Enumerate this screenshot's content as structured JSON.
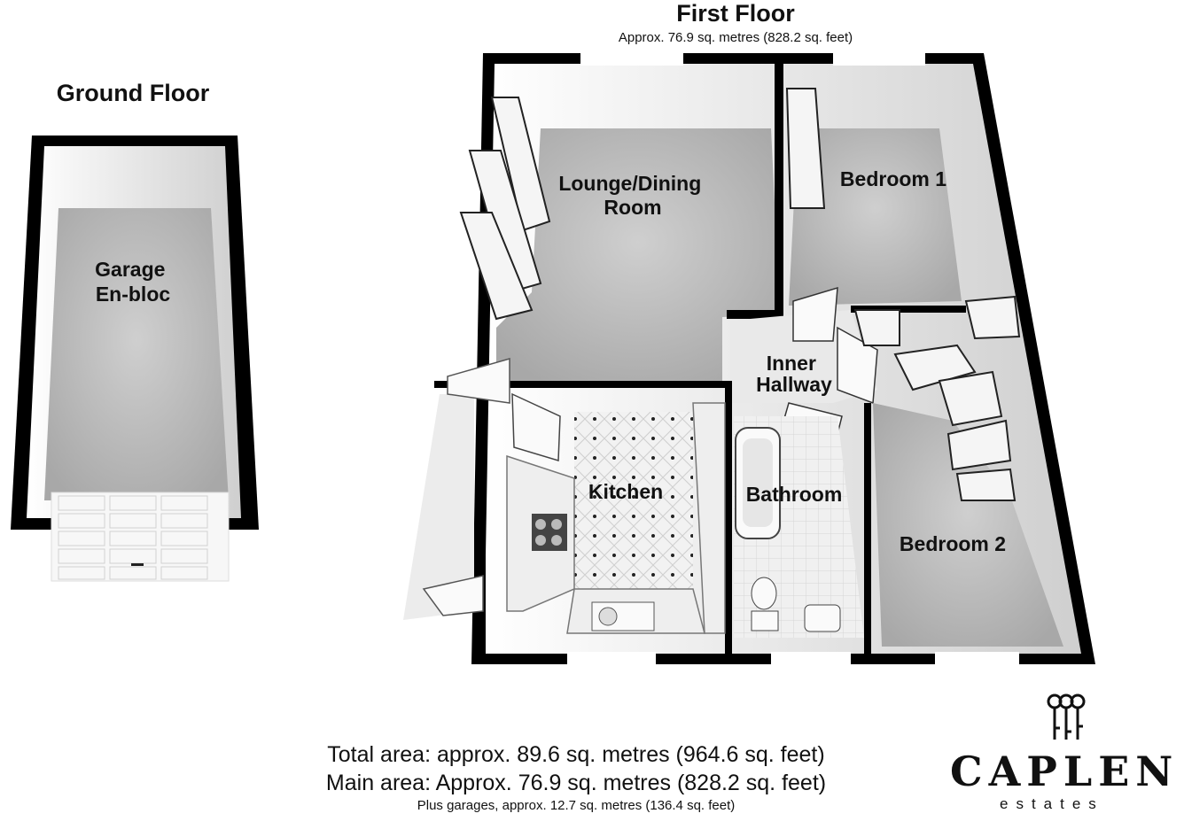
{
  "ground_floor": {
    "title": "Ground Floor",
    "rooms": {
      "garage": [
        "Garage",
        "En-bloc"
      ]
    }
  },
  "first_floor": {
    "title": "First Floor",
    "area": "Approx. 76.9 sq. metres (828.2 sq. feet)",
    "rooms": {
      "lounge": [
        "Lounge/Dining",
        "Room"
      ],
      "bedroom1": "Bedroom 1",
      "inner_hallway": [
        "Inner",
        "Hallway"
      ],
      "kitchen": "Kitchen",
      "bathroom": "Bathroom",
      "bedroom2": "Bedroom 2"
    }
  },
  "totals": {
    "total": "Total area: approx. 89.6 sq. metres (964.6 sq. feet)",
    "main": "Main area: Approx. 76.9 sq. metres (828.2 sq. feet)",
    "garages": "Plus garages, approx. 12.7 sq. metres (136.4 sq. feet)"
  },
  "brand": {
    "name": "CAPLEN",
    "tagline": "estates",
    "logo_icon": "key-cluster-icon"
  },
  "colors": {
    "wall": "#000000",
    "floor": "#bdbdbd",
    "inner_wall": "#e8e8e8"
  }
}
